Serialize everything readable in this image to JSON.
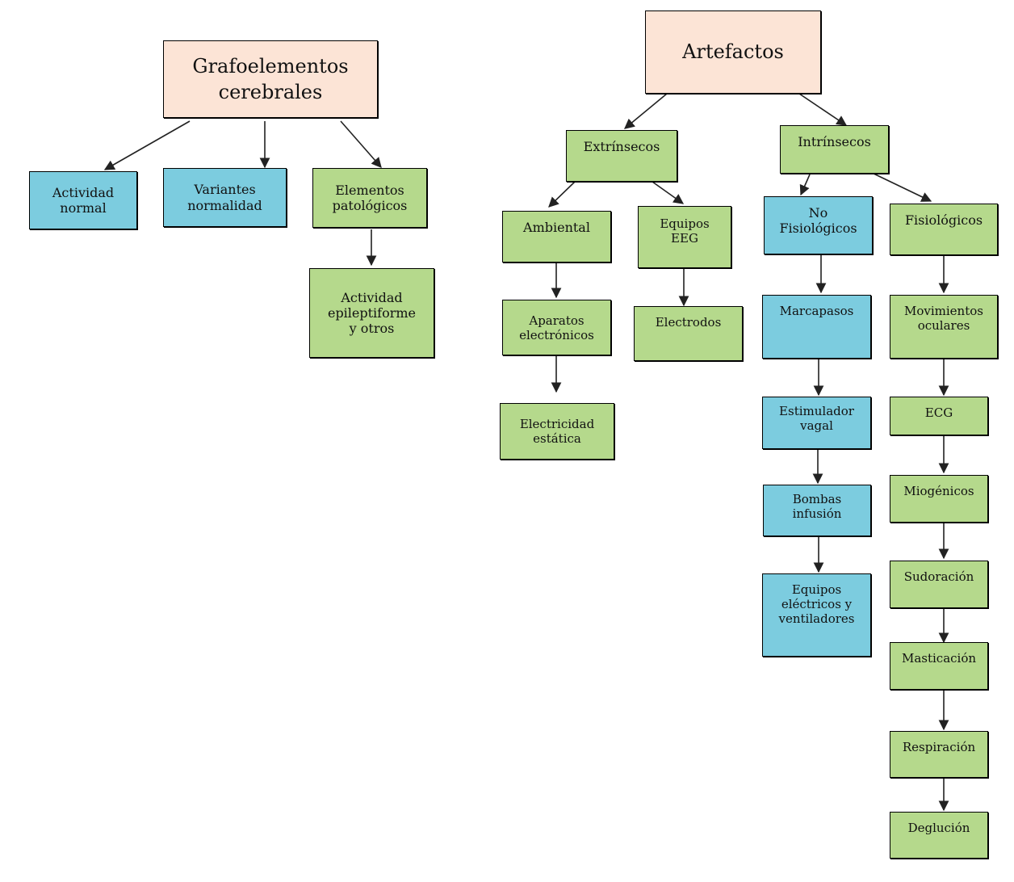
{
  "colors": {
    "root": "#fce4d6",
    "blue": "#7cccdf",
    "green": "#b5d98c",
    "border": "#000000",
    "edge": "#222222"
  },
  "nodes": {
    "grafoelementos": "Grafoelementos\ncerebrales",
    "actividad_normal": "Actividad\nnormal",
    "variantes_normalidad": "Variantes\nnormalidad",
    "elementos_patologicos": "Elementos\npatológicos",
    "actividad_epileptiforme": "Actividad\nepileptiforme\ny otros",
    "artefactos": "Artefactos",
    "extrinsecos": "Extrínsecos",
    "intrinsecos": "Intrínsecos",
    "ambiental": "Ambiental",
    "equipos_eeg": "Equipos\nEEG",
    "aparatos_electronicos": "Aparatos\nelectrónicos",
    "electricidad_estatica": "Electricidad\nestática",
    "electrodos": "Electrodos",
    "no_fisiologicos": "No\nFisiológicos",
    "fisiologicos": "Fisiológicos",
    "marcapasos": "Marcapasos",
    "estimulador_vagal": "Estimulador\nvagal",
    "bombas_infusion": "Bombas\ninfusión",
    "equipos_electricos": "Equipos\neléctricos y\nventiladores",
    "movimientos_oculares": "Movimientos\noculares",
    "ecg": "ECG",
    "miogenicos": "Miogénicos",
    "sudoracion": "Sudoración",
    "masticacion": "Masticación",
    "respiracion": "Respiración",
    "deglucion": "Deglución"
  }
}
